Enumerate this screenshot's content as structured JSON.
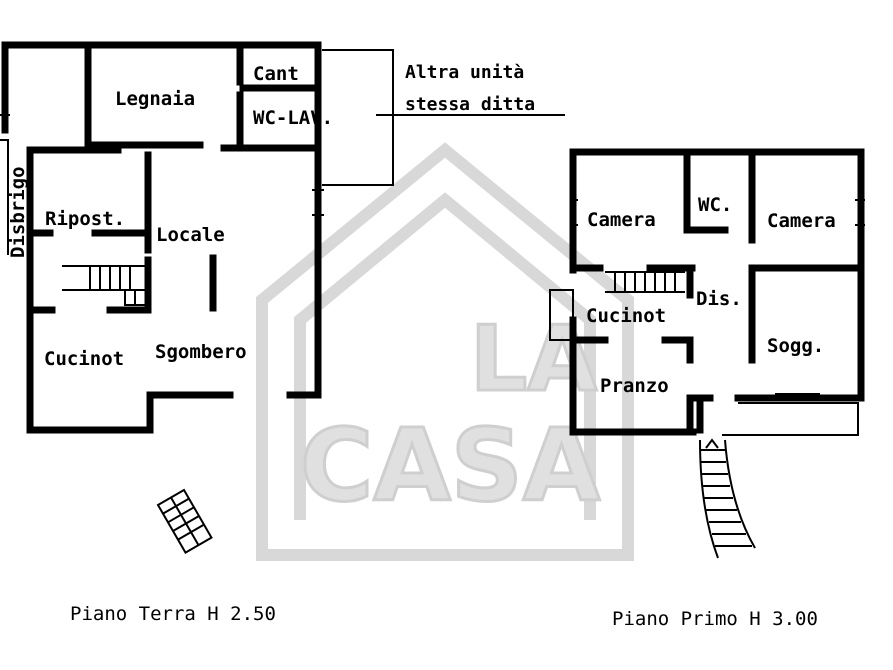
{
  "watermark": {
    "line1": "LA",
    "line2": "CASA"
  },
  "ground_floor": {
    "rooms": {
      "legnaia": "Legnaia",
      "cant": "Cant",
      "wc_lav": "WC-LAV.",
      "ripost": "Ripost.",
      "locale": "Locale",
      "cucinot": "Cucinot",
      "sgombero": "Sgombero",
      "disbrigo": "Disbrigo"
    },
    "note_line1": "Altra unità",
    "note_line2": "stessa ditta",
    "caption": "Piano Terra H 2.50"
  },
  "first_floor": {
    "rooms": {
      "camera_left": "Camera",
      "wc": "WC.",
      "camera_right": "Camera",
      "cucinot": "Cucinot",
      "dis": "Dis.",
      "sogg": "Sogg.",
      "pranzo": "Pranzo"
    },
    "caption": "Piano Primo H 3.00"
  },
  "colors": {
    "ink": "#000000",
    "watermark": "#d8d8d8",
    "background": "#ffffff"
  }
}
